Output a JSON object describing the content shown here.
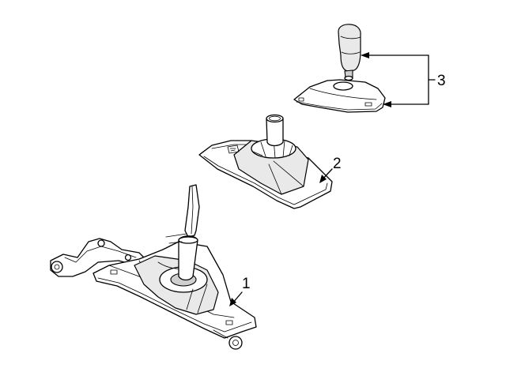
{
  "callouts": {
    "part1": "1",
    "part2": "2",
    "part3": "3"
  },
  "colors": {
    "line": "#000000",
    "background": "#ffffff",
    "shade": "#e9e9e9"
  }
}
